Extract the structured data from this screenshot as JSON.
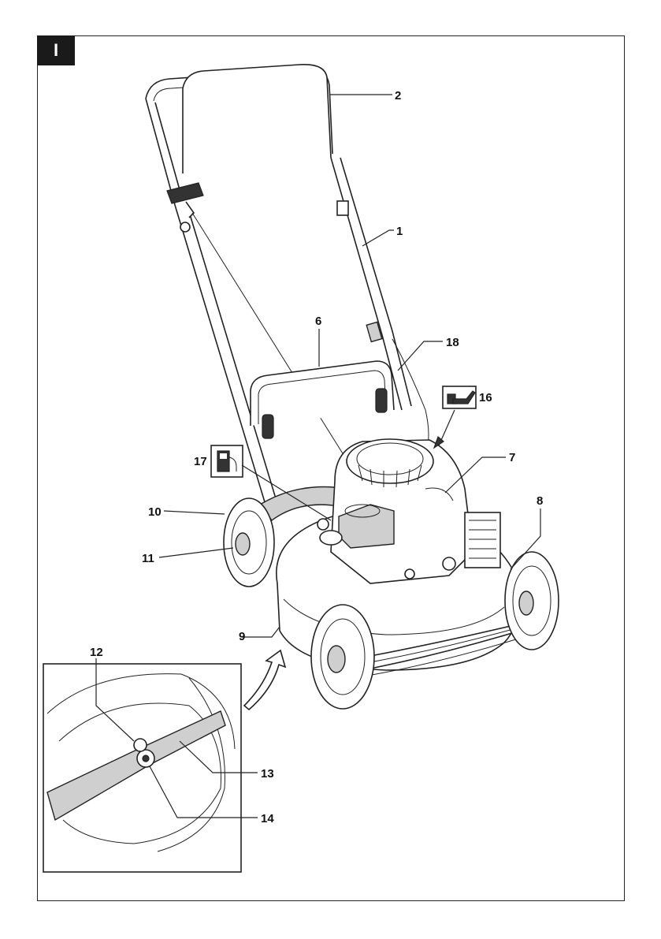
{
  "section": {
    "tab_label": "I"
  },
  "callouts": {
    "c1": "1",
    "c2": "2",
    "c6": "6",
    "c7": "7",
    "c8": "8",
    "c9": "9",
    "c10": "10",
    "c11": "11",
    "c12": "12",
    "c13": "13",
    "c14": "14",
    "c16": "16",
    "c17": "17",
    "c18": "18"
  },
  "icons": {
    "fuel": "fuel-pump-icon",
    "oil": "oil-can-icon"
  }
}
